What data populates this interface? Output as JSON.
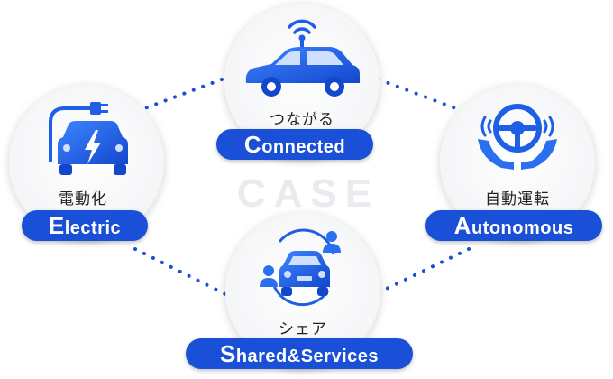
{
  "center_label": "CASE",
  "nodes": {
    "connected": {
      "jp": "つながる",
      "en_first": "C",
      "en_rest": "onnected"
    },
    "electric": {
      "jp": "電動化",
      "en_first": "E",
      "en_rest": "lectric"
    },
    "autonomous": {
      "jp": "自動運転",
      "en_first": "A",
      "en_rest": "utonomous"
    },
    "shared": {
      "jp": "シェア",
      "en_first": "S",
      "en_rest": "hared&Services"
    }
  },
  "colors": {
    "accent": "#1a4fd8",
    "icon_blue": "#2a6ff0",
    "case_text": "#e9ebef"
  },
  "icons": [
    "connected-car-antenna-icon",
    "electric-car-plug-icon",
    "steering-wheel-hands-icon",
    "car-sharing-people-icon"
  ]
}
